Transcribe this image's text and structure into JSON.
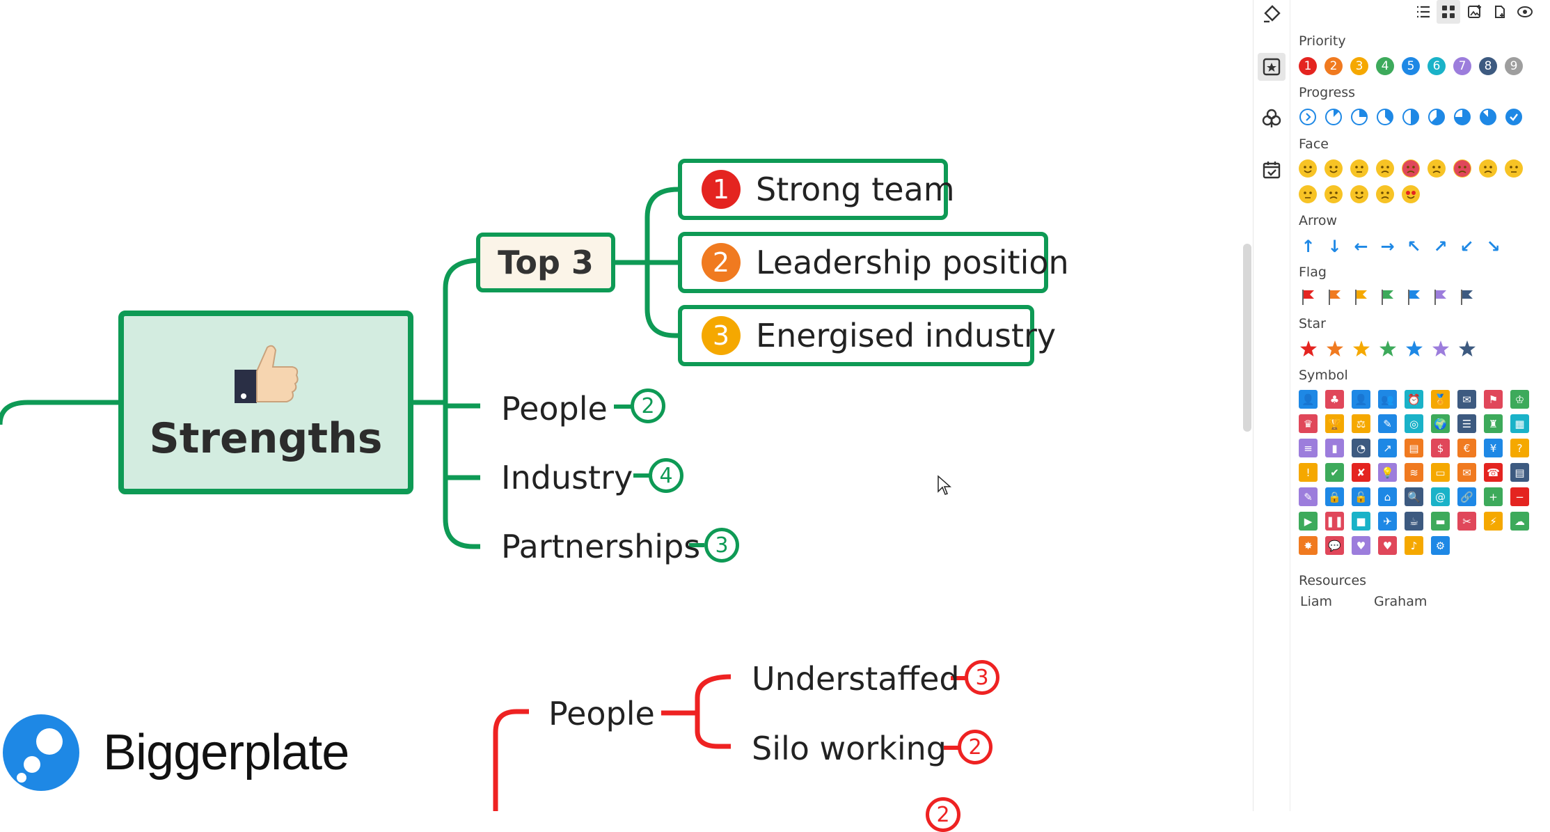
{
  "mindmap": {
    "central": {
      "title": "Strengths",
      "icon": "thumbs-up-icon"
    },
    "top3": {
      "label": "Top 3"
    },
    "top3_items": [
      {
        "priority": "1",
        "label": "Strong team",
        "color": "#e42420"
      },
      {
        "priority": "2",
        "label": "Leadership position",
        "color": "#f07a20"
      },
      {
        "priority": "3",
        "label": "Energised industry",
        "color": "#f5a800"
      }
    ],
    "branches": [
      {
        "label": "People",
        "badge": "2"
      },
      {
        "label": "Industry",
        "badge": "4"
      },
      {
        "label": "Partnerships",
        "badge": "3"
      }
    ],
    "weakness_branch": {
      "label": "People"
    },
    "weakness_items": [
      {
        "label": "Understaffed",
        "badge": "3"
      },
      {
        "label": "Silo working",
        "badge": "2"
      }
    ],
    "partial_badge": "2",
    "colors": {
      "strength": "#0e9a55",
      "weakness": "#ee2222"
    }
  },
  "logo": {
    "text": "Biggerplate"
  },
  "panel": {
    "toolbar_icons": [
      "list-view-icon",
      "grid-view-icon",
      "add-image-icon",
      "add-attachment-icon",
      "eye-icon"
    ],
    "side_icons": [
      "style-icon",
      "markers-icon",
      "clipart-icon",
      "task-icon"
    ],
    "priority": {
      "label": "Priority",
      "items": [
        "1",
        "2",
        "3",
        "4",
        "5",
        "6",
        "7",
        "8",
        "9"
      ],
      "colors": [
        "#e42420",
        "#f07a20",
        "#f5a800",
        "#3daa5b",
        "#1e88e5",
        "#1ab2c8",
        "#9c7ddc",
        "#3d5a80",
        "#9e9e9e"
      ]
    },
    "progress": {
      "label": "Progress",
      "levels": [
        "start",
        "1/8",
        "1/4",
        "3/8",
        "1/2",
        "5/8",
        "3/4",
        "7/8",
        "done"
      ]
    },
    "face": {
      "label": "Face"
    },
    "arrow": {
      "label": "Arrow",
      "glyphs": [
        "↑",
        "↓",
        "←",
        "→",
        "↖",
        "↗",
        "↙",
        "↘"
      ]
    },
    "flag": {
      "label": "Flag",
      "colors": [
        "#e42420",
        "#f07a20",
        "#f5a800",
        "#3daa5b",
        "#1e88e5",
        "#9c7ddc",
        "#3d5a80"
      ]
    },
    "star": {
      "label": "Star",
      "colors": [
        "#e42420",
        "#f07a20",
        "#f5a800",
        "#3daa5b",
        "#1e88e5",
        "#9c7ddc",
        "#3d5a80"
      ]
    },
    "symbol": {
      "label": "Symbol"
    },
    "resources": {
      "label": "Resources",
      "items": [
        "Liam",
        "Graham"
      ]
    }
  }
}
